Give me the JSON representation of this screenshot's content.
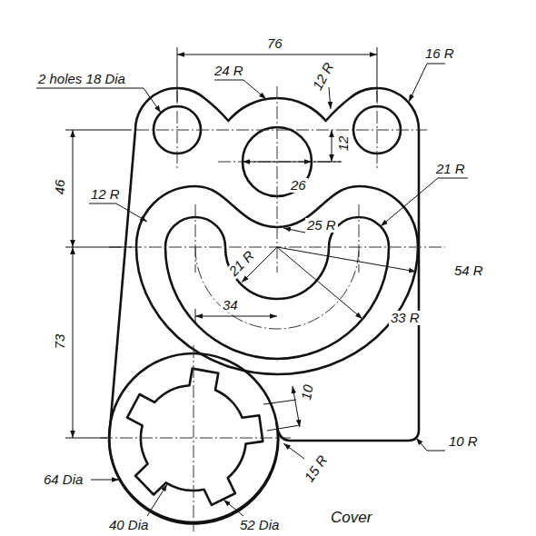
{
  "diagram": {
    "caption": "Cover",
    "labels": [
      "76",
      "2 holes 18 Dia",
      "24 R",
      "12 R",
      "16 R",
      "26",
      "12",
      "46",
      "21 R",
      "12 R",
      "25 R",
      "21 R",
      "54 R",
      "34",
      "33 R",
      "73",
      "10",
      "10 R",
      "64 Dia",
      "15 R",
      "40 Dia",
      "52 Dia"
    ]
  }
}
